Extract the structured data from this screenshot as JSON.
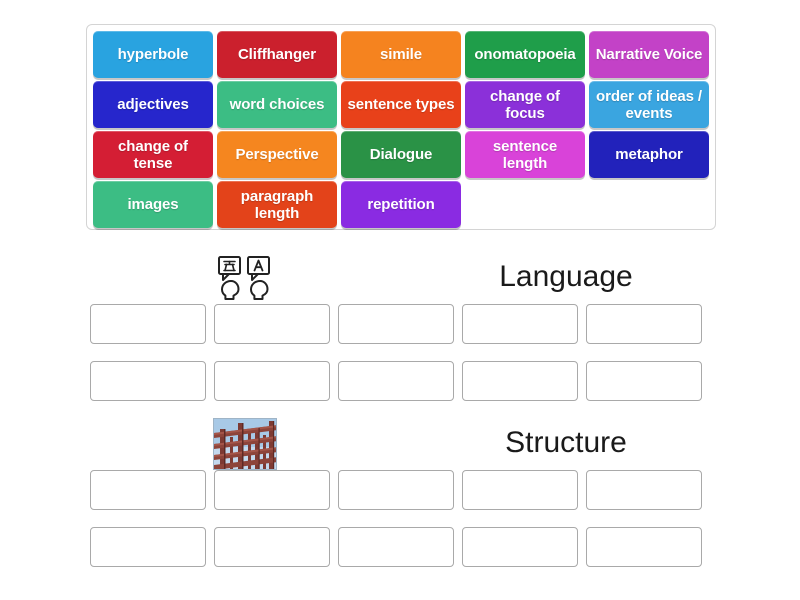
{
  "activity": {
    "type": "group-sort",
    "tile_bank": {
      "rows": [
        [
          {
            "label": "hyperbole",
            "color": "#29a3e0",
            "text_color": "#ffffff"
          },
          {
            "label": "Cliffhanger",
            "color": "#cb202d",
            "text_color": "#ffffff"
          },
          {
            "label": "simile",
            "color": "#f5831f",
            "text_color": "#ffffff"
          },
          {
            "label": "onomatopoeia",
            "color": "#1f9e4a",
            "text_color": "#ffffff"
          },
          {
            "label": "Narrative Voice",
            "color": "#c342c7",
            "text_color": "#ffffff"
          }
        ],
        [
          {
            "label": "adjectives",
            "color": "#2626cc",
            "text_color": "#ffffff"
          },
          {
            "label": "word choices",
            "color": "#3cbd84",
            "text_color": "#ffffff"
          },
          {
            "label": "sentence types",
            "color": "#e8411a",
            "text_color": "#ffffff"
          },
          {
            "label": "change of focus",
            "color": "#8b30d9",
            "text_color": "#ffffff"
          },
          {
            "label": "order of ideas / events",
            "color": "#3aa5e0",
            "text_color": "#ffffff"
          }
        ],
        [
          {
            "label": "change of tense",
            "color": "#d41e34",
            "text_color": "#ffffff"
          },
          {
            "label": "Perspective",
            "color": "#f5861f",
            "text_color": "#ffffff"
          },
          {
            "label": "Dialogue",
            "color": "#2a9246",
            "text_color": "#ffffff"
          },
          {
            "label": "sentence length",
            "color": "#d943d9",
            "text_color": "#ffffff"
          },
          {
            "label": "metaphor",
            "color": "#2222bb",
            "text_color": "#ffffff"
          }
        ],
        [
          {
            "label": "images",
            "color": "#3cbd84",
            "text_color": "#ffffff"
          },
          {
            "label": "paragraph length",
            "color": "#e3431a",
            "text_color": "#ffffff"
          },
          {
            "label": "repetition",
            "color": "#8a2be2",
            "text_color": "#ffffff"
          },
          {
            "label": "",
            "color": "transparent",
            "text_color": "#ffffff",
            "empty": true
          },
          {
            "label": "",
            "color": "transparent",
            "text_color": "#ffffff",
            "empty": true
          }
        ]
      ]
    },
    "categories": [
      {
        "title": "Language",
        "icon": "speech-bubbles-heads-icon",
        "dropzone_rows": 2,
        "dropzone_columns": 5,
        "dropped_items": []
      },
      {
        "title": "Structure",
        "icon": "steel-girders-photo",
        "dropzone_rows": 2,
        "dropzone_columns": 5,
        "dropped_items": []
      }
    ]
  },
  "theme": {
    "background": "#ffffff",
    "bank_border": "#d4d4d4",
    "dropzone_border": "#a9a9a9",
    "title_color": "#1a1a1a"
  }
}
